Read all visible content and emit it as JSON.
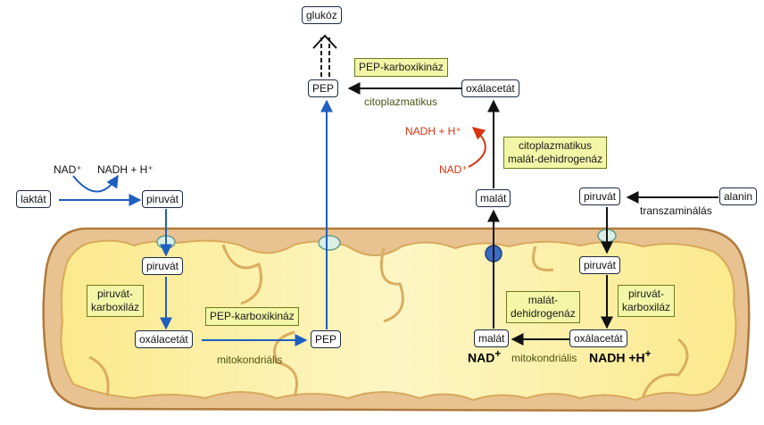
{
  "metabolites": {
    "glukoz": "glukóz",
    "pep_top": "PEP",
    "oxalacetat_top": "oxálacetát",
    "laktat": "laktát",
    "piruvat_left_top": "piruvát",
    "piruvat_left_mito": "piruvát",
    "oxalacetat_left_mito": "oxálacetát",
    "pep_mito": "PEP",
    "malat_top": "malát",
    "piruvat_right_top": "piruvát",
    "alanin": "alanin",
    "piruvat_right_mito": "piruvát",
    "malat_mito": "malát",
    "oxalacetat_right_mito": "oxálacetát"
  },
  "enzymes": {
    "pepck_cyto": "PEP-karboxikináz",
    "malate_dh_cyto": [
      "citoplazmatikus",
      "malát-dehidrogenáz"
    ],
    "pc_left": [
      "piruvát-",
      "karboxiláz"
    ],
    "pepck_mito": "PEP-karboxikináz",
    "malate_dh_mito": [
      "malát-",
      "dehidrogenáz"
    ],
    "pc_right": [
      "piruvát-",
      "karboxiláz"
    ]
  },
  "labels": {
    "citoplazmatikus": "citoplazmatikus",
    "mitokondrialis_left": "mitokondriális",
    "mitokondrialis_right": "mitokondriális",
    "transzaminalas": "transzaminálás",
    "nad_left": "NAD⁺",
    "nadh_left": "NADH + H⁺",
    "nadh_red": "NADH + H⁺",
    "nad_red": "NAD⁺",
    "nad_bold_main": "NAD",
    "nad_bold_sup": "+",
    "nadh_bold_main": "NADH +H",
    "nadh_bold_sup": "+"
  },
  "colors": {
    "blue_arrow": "#1f5fbf",
    "black_arrow": "#111111",
    "red_arrow": "#d8320f",
    "enzyme_fill": "#f3f6a6",
    "mito_outer": "#e9c79a",
    "mito_inner": "#fbf1a8"
  }
}
